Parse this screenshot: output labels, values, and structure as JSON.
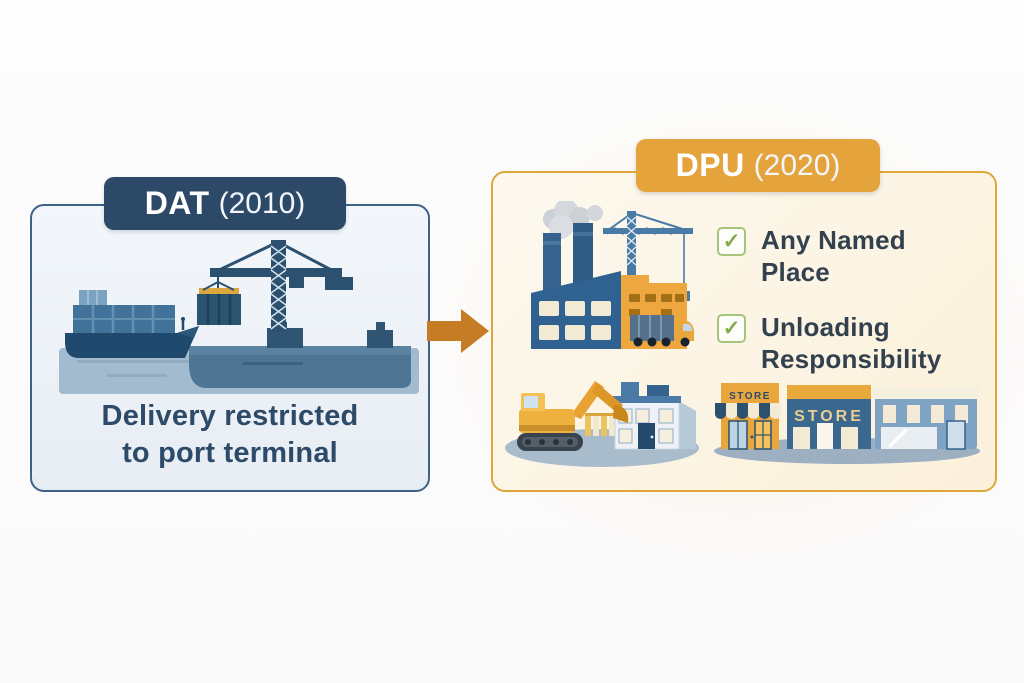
{
  "dat_panel": {
    "term": "DAT",
    "year": "(2010)",
    "caption_line1": "Delivery restricted",
    "caption_line2": "to port terminal"
  },
  "dpu_panel": {
    "term": "DPU",
    "year": "(2020)",
    "checklist": [
      {
        "label": "Any Named Place"
      },
      {
        "label": "Unloading Responsibility"
      }
    ],
    "store_sign": "STORE",
    "shop_sign": "STORE"
  },
  "icons": {
    "check": "✓",
    "arrow_right": "→"
  },
  "colors": {
    "navy": "#2c4a68",
    "panel_blue_border": "#3e6386",
    "panel_blue_fill": "#eaf0f6",
    "gold": "#e5a33c",
    "panel_gold_fill": "#fcf3e0",
    "arrow_orange": "#c57c24",
    "check_green": "#84a94c",
    "checkbox_border": "#a6c47c",
    "text_dark": "#33414f"
  }
}
